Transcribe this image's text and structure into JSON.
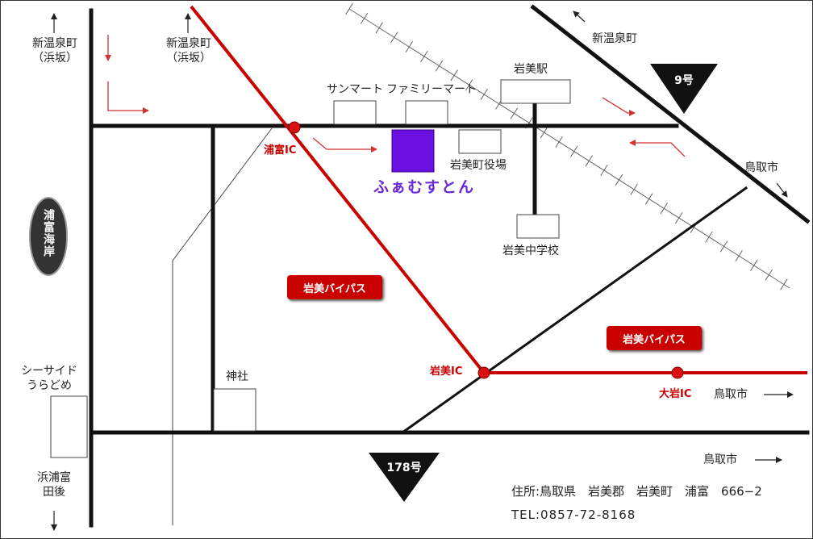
{
  "labels": {
    "shin_onsen_hamasaka_left": [
      "新温泉町",
      "（浜坂）"
    ],
    "shin_onsen_hamasaka_mid": [
      "新温泉町",
      "（浜坂）"
    ],
    "shin_onsen_right": "新温泉町",
    "tottori_upper": "鳥取市",
    "tottori_ic": "鳥取市",
    "tottori_bottom": "鳥取市",
    "sunmart": "サンマート",
    "familymart": "ファミリーマート",
    "iwami_station": "岩美駅",
    "town_office": "岩美町役場",
    "junior_high": "岩美中学校",
    "shrine": "神社",
    "seaside_udon": [
      "シーサイド",
      "うらどめ"
    ],
    "hamaura_tomi": [
      "浜浦富",
      "田後"
    ],
    "uradome_coast": "浦富海岸"
  },
  "roads": {
    "route9": "9号",
    "route178": "178号",
    "bypass_1": "岩美バイパス",
    "bypass_2": "岩美バイパス"
  },
  "interchanges": {
    "uradome": "浦富IC",
    "iwami": "岩美IC",
    "oiwa": "大岩IC"
  },
  "destination": {
    "name": "ふぁむすとん"
  },
  "info": {
    "address": "住所:鳥取県　岩美郡　岩美町　浦富　666−2",
    "tel": "TEL:0857-72-8168"
  },
  "colors": {
    "road": "#111111",
    "bypass": "#c80000",
    "destination": "#6a10e0",
    "destination_text": "#6a28d8",
    "arrow_guide": "#d43030"
  }
}
